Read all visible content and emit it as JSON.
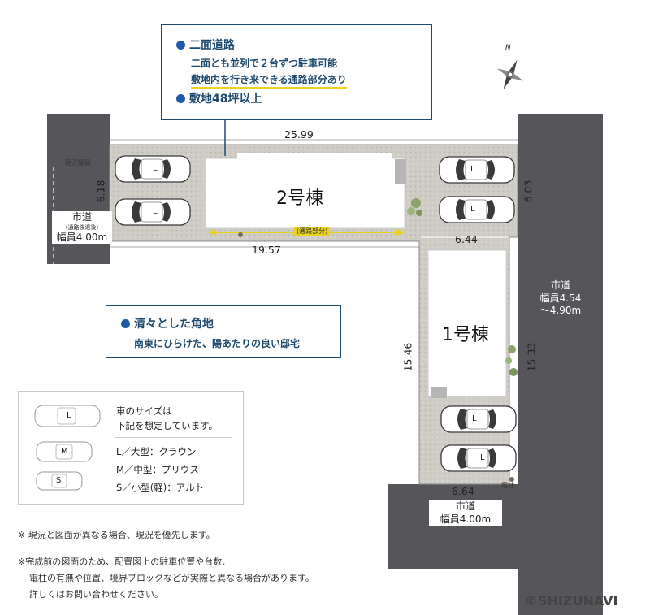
{
  "callout_top": {
    "heading1": "二面道路",
    "line1": "二面とも並列で２台ずつ駐車可能",
    "line2": "敷地内を行き来できる通路部分あり",
    "heading2": "敷地48坪以上"
  },
  "callout_mid": {
    "heading": "清々とした角地",
    "line": "南東にひらけた、陽あたりの良い邸宅"
  },
  "buildings": {
    "b2": "2号棟",
    "b1": "1号棟"
  },
  "dimensions": {
    "top": "25.99",
    "bottom_lot2": "19.57",
    "left": "6.18",
    "right_lot2": "6.03",
    "step": "6.44",
    "lot1_left": "15.46",
    "lot1_right": "15.33",
    "bottom": "6.64"
  },
  "passage_label": "(通路部分)",
  "current_width_label": "現況幅員",
  "utility_pole_label": "電柱",
  "roads": {
    "west": {
      "line1": "市道",
      "line2": "（通路後退後）",
      "line3": "幅員4.00m"
    },
    "east": {
      "line1": "市道",
      "line2": "幅員4.54",
      "line3": "～4.90m"
    },
    "south": {
      "line1": "市道",
      "line2": "幅員4.00m"
    }
  },
  "compass": {
    "north": "N"
  },
  "car_marks": {
    "large": "L",
    "medium": "M",
    "small": "S"
  },
  "legend": {
    "title1": "車のサイズは",
    "title2": "下記を想定しています。",
    "l": "L／大型：クラウン",
    "m": "M／中型：プリウス",
    "s": "S／小型(軽)：アルト"
  },
  "notes": {
    "n1": "※ 現況と図面が異なる場合、現況を優先します。",
    "n2": "※完成前の図面のため、配置図上の駐車位置や台数、",
    "n3": "電柱の有無や位置、境界ブロックなどが実際と異なる場合があります。",
    "n4": "詳しくはお問い合わせください。"
  },
  "copyright": "©SHIZUNAVI",
  "colors": {
    "road": "#56565a",
    "lot": "#d0ccc6",
    "accent": "#1e4a6e",
    "highlight": "#f0d11e"
  }
}
